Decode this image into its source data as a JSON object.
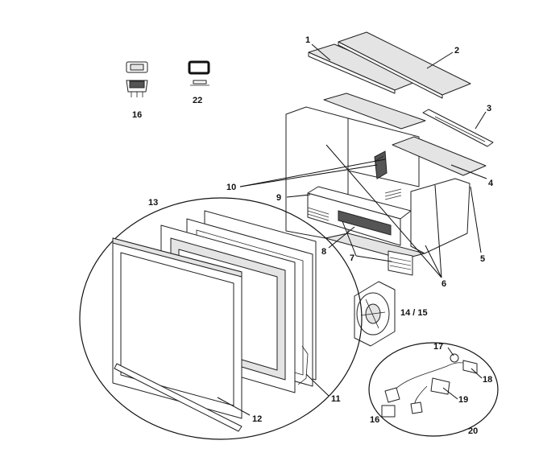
{
  "callouts": {
    "c1": "1",
    "c2": "2",
    "c3": "3",
    "c4": "4",
    "c5": "5",
    "c6": "6",
    "c7": "7",
    "c8": "8",
    "c9": "9",
    "c10": "10",
    "c11": "11",
    "c12": "12",
    "c13": "13",
    "c14_15": "14 / 15",
    "c16_top": "16",
    "c16_bottom": "16",
    "c17": "17",
    "c18": "18",
    "c19": "19",
    "c20": "20",
    "c22": "22"
  }
}
